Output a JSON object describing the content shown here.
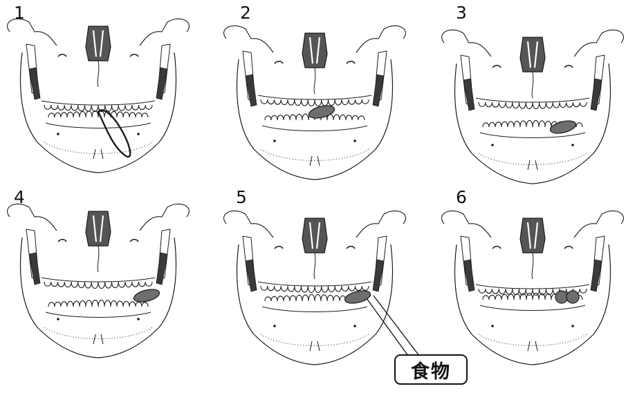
{
  "panels": [
    {
      "number": "1",
      "marker": "outline"
    },
    {
      "number": "2",
      "marker": "bolus-center"
    },
    {
      "number": "3",
      "marker": "bolus-right"
    },
    {
      "number": "4",
      "marker": "bolus-right-molar"
    },
    {
      "number": "5",
      "marker": "bolus-right-labeled"
    },
    {
      "number": "6",
      "marker": "bolus-split"
    }
  ],
  "callout": {
    "label": "食物"
  },
  "colors": {
    "line": "#1a1a1a",
    "bolus": "#6e6e6e",
    "nasal": "#555555"
  }
}
